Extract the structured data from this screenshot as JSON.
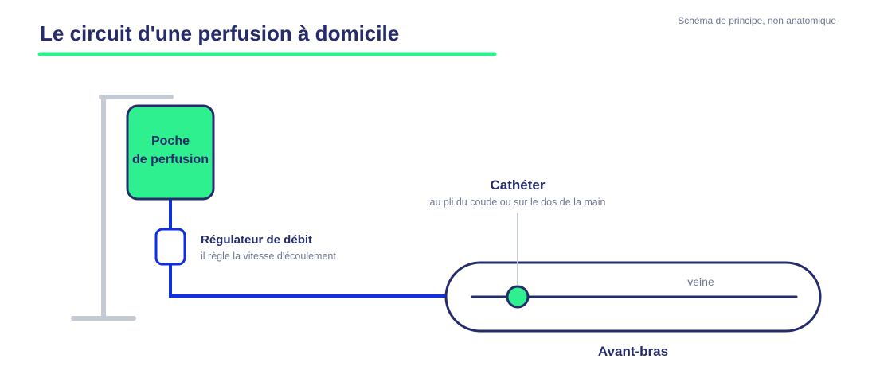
{
  "header": {
    "title": "Le circuit d'une perfusion à domicile",
    "note": "Schéma de principe, non anatomique"
  },
  "diagram": {
    "bag": {
      "line1": "Poche",
      "line2": "de perfusion"
    },
    "regulator": {
      "label": "Régulateur de débit",
      "sublabel": "il règle la vitesse d'écoulement"
    },
    "catheter": {
      "label": "Cathéter",
      "sublabel": "au pli du coude ou sur le dos de la main"
    },
    "vein_label": "veine",
    "forearm_label": "Avant-bras"
  },
  "colors": {
    "title": "#262c6b",
    "accent_underline": "#2ef08e",
    "bag_fill": "#2ef08e",
    "outline": "#262c6b",
    "tubing": "#1030e0",
    "stand": "#c4cbd4",
    "muted_text": "#6e7891"
  }
}
